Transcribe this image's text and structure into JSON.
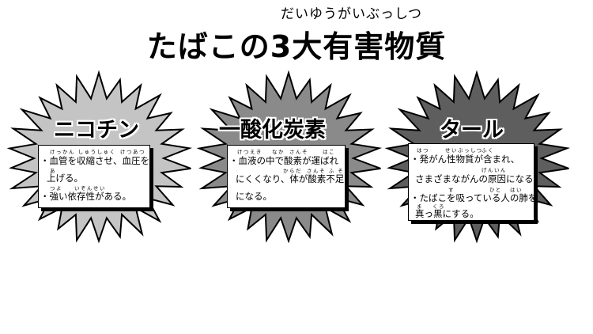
{
  "header": {
    "title": "たばこの3大有害物質",
    "title_ruby": "だいゆうがいぶっしつ"
  },
  "panels": [
    {
      "title": "ニコチン",
      "fill": "#c4c4c4",
      "lines": [
        "・血管を収縮させ、血圧を",
        "上げる。",
        "・強い依存性がある。"
      ],
      "ruby": [
        "けっかん しゅうしゅく",
        "けつあつ",
        "あ",
        "つよ",
        "いぞんせい"
      ]
    },
    {
      "title": "一酸化炭素",
      "fill": "#8a8a8a",
      "lines": [
        "・血液の中で酸素が運ばれ",
        "にくくなり、体が酸素不足",
        "になる。"
      ],
      "ruby": [
        "けつえき",
        "なか",
        "さんそ",
        "はこ",
        "からだ",
        "さんそ ふ そく"
      ]
    },
    {
      "title": "タール",
      "fill": "#5e5e5e",
      "lines": [
        "・発がん性物質が含まれ、",
        "さまざまながんの原因になる。",
        "・たばこを吸っている人の肺を",
        "真っ黒にする。"
      ],
      "ruby": [
        "はつ",
        "せいぶっしつ",
        "ふく",
        "げんいん",
        "す",
        "ひと",
        "はい",
        "ま",
        "くろ"
      ]
    }
  ]
}
